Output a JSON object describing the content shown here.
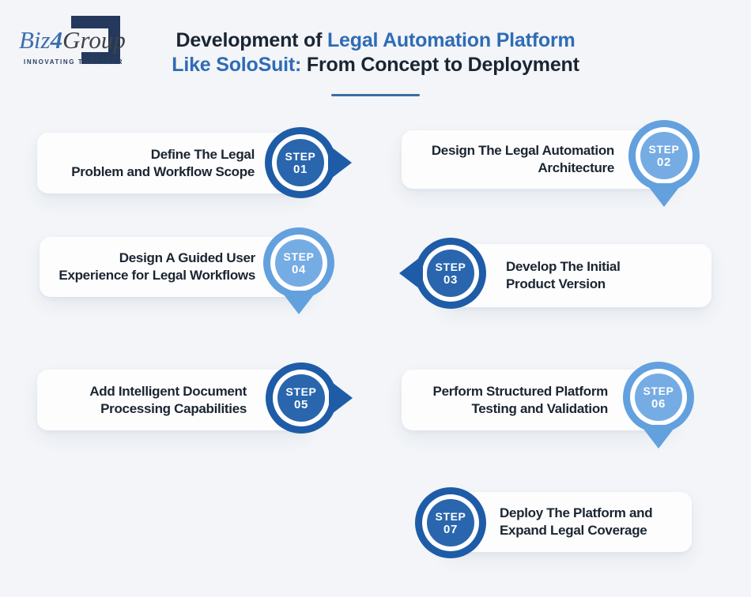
{
  "brand": {
    "name_blue": "Biz",
    "name_digit": "4",
    "name_dark": "Group",
    "tagline": "INNOVATING TOGETHER"
  },
  "title": {
    "line1_prefix": "Development of ",
    "line1_highlight": "Legal Automation Platform",
    "line2_highlight": "Like SoloSuit:",
    "line2_suffix": " From Concept to Deployment"
  },
  "colors": {
    "background": "#f3f5f8",
    "card": "#fdfdfe",
    "badge_dark_blue": "#1f5ca7",
    "badge_light_blue": "#63a0de",
    "title_blue": "#2e6cb6",
    "text_dark": "#1b2530",
    "logo_navy": "#24395b",
    "underline_blue": "#3a6ea5"
  },
  "steps": [
    {
      "label": "STEP",
      "number": "01",
      "variant": "dark",
      "arrow": "right",
      "lines": [
        "Define The Legal",
        "Problem and Workflow Scope"
      ]
    },
    {
      "label": "STEP",
      "number": "02",
      "variant": "light",
      "arrow": "down",
      "lines": [
        "Design The Legal Automation",
        "Architecture"
      ]
    },
    {
      "label": "STEP",
      "number": "03",
      "variant": "dark",
      "arrow": "left",
      "lines": [
        "Develop The Initial",
        "Product Version"
      ]
    },
    {
      "label": "STEP",
      "number": "04",
      "variant": "light",
      "arrow": "down",
      "lines": [
        "Design A Guided User",
        "Experience for Legal Workflows"
      ]
    },
    {
      "label": "STEP",
      "number": "05",
      "variant": "dark",
      "arrow": "right",
      "lines": [
        "Add Intelligent Document",
        "Processing Capabilities"
      ]
    },
    {
      "label": "STEP",
      "number": "06",
      "variant": "light",
      "arrow": "down",
      "lines": [
        "Perform Structured Platform",
        "Testing and Validation"
      ]
    },
    {
      "label": "STEP",
      "number": "07",
      "variant": "dark",
      "arrow": "none",
      "lines": [
        "Deploy The Platform and",
        "Expand Legal Coverage"
      ]
    }
  ]
}
